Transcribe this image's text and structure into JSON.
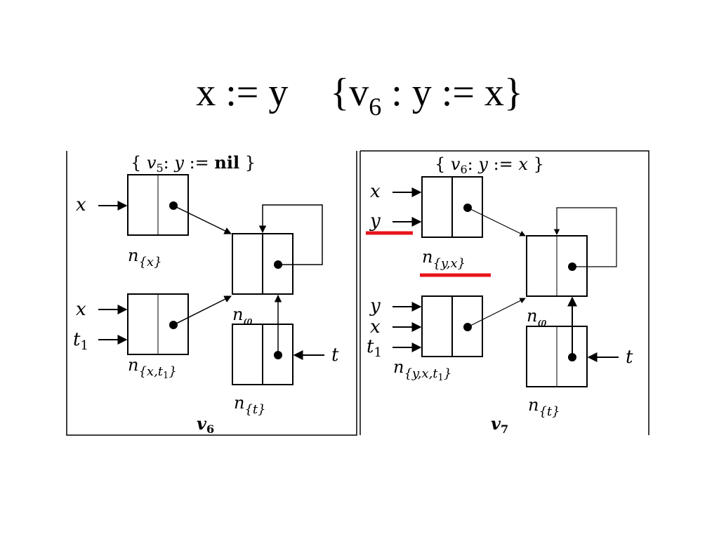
{
  "title": {
    "stmt": "x := y",
    "open": "{v",
    "sub": "6",
    "rest": " : y := x}"
  },
  "panels": [
    {
      "annotation": {
        "open": "{ ",
        "v": "v",
        "sub": "5",
        "colon": ": ",
        "var": "y",
        "assign": " := ",
        "value": "nil",
        "close": " }"
      },
      "label": {
        "v": "v",
        "sub": "6"
      },
      "nodes": [
        {
          "n": "n",
          "set": "{x}"
        },
        {
          "n": "n",
          "set": "{x,t",
          "sub": "1",
          "close": "}"
        },
        {
          "n": "n",
          "set": "φ"
        },
        {
          "n": "n",
          "set": "{t}"
        }
      ],
      "pointers": [
        {
          "v": "x"
        },
        {
          "v": "x"
        },
        {
          "v": "t",
          "sub": "1"
        },
        {
          "v": "t"
        }
      ]
    },
    {
      "annotation": {
        "open": "{ ",
        "v": "v",
        "sub": "6",
        "colon": ": ",
        "var": "y",
        "assign": " := ",
        "value": "x",
        "close": " }"
      },
      "label": {
        "v": "v",
        "sub": "7"
      },
      "nodes": [
        {
          "n": "n",
          "set": "{y,x}"
        },
        {
          "n": "n",
          "set": "{y,x,t",
          "sub": "1",
          "close": "}"
        },
        {
          "n": "n",
          "set": "φ"
        },
        {
          "n": "n",
          "set": "{t}"
        }
      ],
      "pointers": [
        {
          "v": "x"
        },
        {
          "v": "y"
        },
        {
          "v": "y"
        },
        {
          "v": "x"
        },
        {
          "v": "t",
          "sub": "1"
        },
        {
          "v": "t"
        }
      ],
      "highlight_color": "#e8141c"
    }
  ]
}
